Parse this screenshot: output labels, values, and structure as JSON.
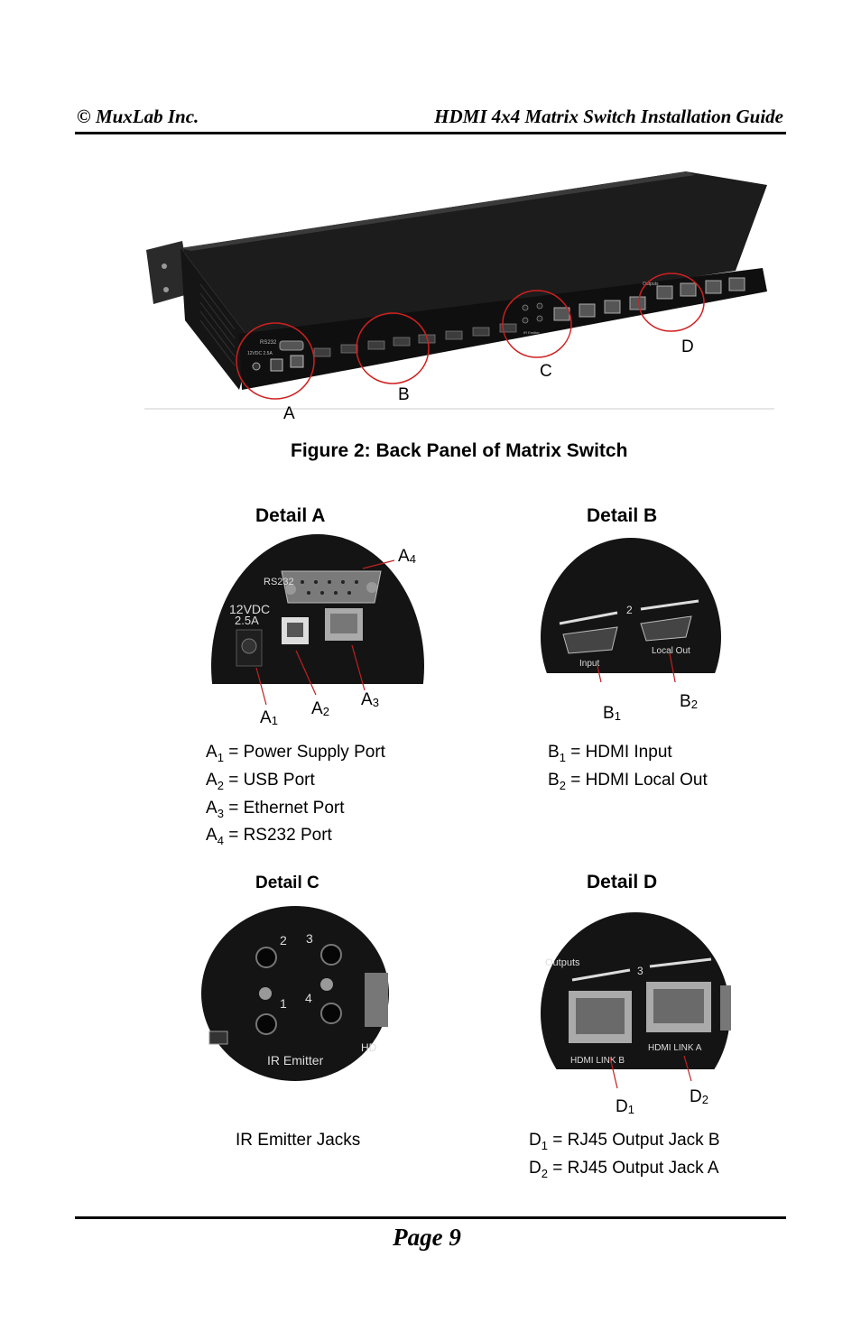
{
  "header": {
    "left": "© MuxLab Inc.",
    "right": "HDMI 4x4 Matrix Switch Installation Guide"
  },
  "figure": {
    "caption": "Figure 2: Back Panel of Matrix Switch",
    "callouts": {
      "a": "A",
      "b": "B",
      "c": "C",
      "d": "D"
    },
    "panel_labels": {
      "rs232": "RS232",
      "power": "12VDC 2.5A",
      "outputs": "Outputs",
      "ir": "IR Emitter"
    }
  },
  "details": {
    "a": {
      "title": "Detail A",
      "photo_labels": {
        "rs232": "RS232",
        "volt": "12VDC",
        "amp": "2.5A"
      },
      "callouts": [
        {
          "letter": "A",
          "num": "1"
        },
        {
          "letter": "A",
          "num": "2"
        },
        {
          "letter": "A",
          "num": "3"
        },
        {
          "letter": "A",
          "num": "4"
        }
      ],
      "legend": [
        {
          "letter": "A",
          "sub": "1",
          "text": " = Power Supply Port"
        },
        {
          "letter": "A",
          "sub": "2",
          "text": " = USB Port"
        },
        {
          "letter": "A",
          "sub": "3",
          "text": " = Ethernet Port"
        },
        {
          "letter": "A",
          "sub": "4",
          "text": " = RS232 Port"
        }
      ]
    },
    "b": {
      "title": "Detail B",
      "photo_labels": {
        "group": "2",
        "input": "Input",
        "local_out": "Local Out"
      },
      "callouts": [
        {
          "letter": "B",
          "num": "1"
        },
        {
          "letter": "B",
          "num": "2"
        }
      ],
      "legend": [
        {
          "letter": "B",
          "sub": "1",
          "text": " = HDMI Input"
        },
        {
          "letter": "B",
          "sub": "2",
          "text": " = HDMI Local Out"
        }
      ]
    },
    "c": {
      "title": "Detail C",
      "photo_labels": {
        "n1": "1",
        "n2": "2",
        "n3": "3",
        "n4": "4",
        "ir": "IR Emitter",
        "hd": "HD"
      },
      "legend_text": "IR Emitter Jacks"
    },
    "d": {
      "title": "Detail D",
      "photo_labels": {
        "outputs": "Outputs",
        "group": "3",
        "link_b": "HDMI LINK B",
        "link_a": "HDMI LINK A"
      },
      "callouts": [
        {
          "letter": "D",
          "num": "1"
        },
        {
          "letter": "D",
          "num": "2"
        }
      ],
      "legend": [
        {
          "letter": "D",
          "sub": "1",
          "text": " = RJ45 Output Jack B"
        },
        {
          "letter": "D",
          "sub": "2",
          "text": " = RJ45 Output Jack A"
        }
      ]
    }
  },
  "footer": {
    "page": "Page 9"
  },
  "colors": {
    "callout_circle": "#d02020",
    "device": "#1a1a1a",
    "panel": "#111111"
  }
}
